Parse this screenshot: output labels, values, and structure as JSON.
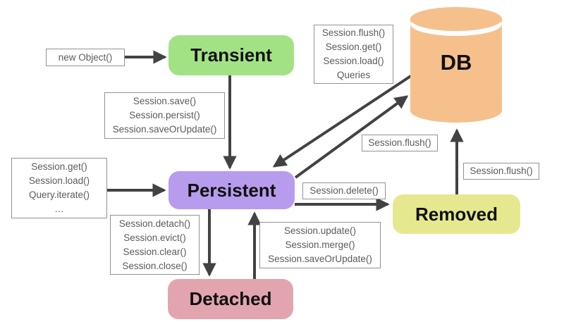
{
  "colors": {
    "background": "#ffffff",
    "arrow": "#424242",
    "box_border": "#929292",
    "label_text": "#5a5b5e",
    "node_text": "#101010",
    "transient": "#a3e284",
    "persistent": "#b79cee",
    "detached": "#e2a5af",
    "removed": "#e6e88f",
    "db": "#f6c08d"
  },
  "nodes": {
    "transient": {
      "label": "Transient"
    },
    "persistent": {
      "label": "Persistent"
    },
    "detached": {
      "label": "Detached"
    },
    "removed": {
      "label": "Removed"
    },
    "db": {
      "label": "DB"
    }
  },
  "labels": {
    "new_object": {
      "lines": [
        "new Object()"
      ]
    },
    "save_group": {
      "lines": [
        "Session.save()",
        "Session.persist()",
        "Session.saveOrUpdate()"
      ]
    },
    "get_group": {
      "lines": [
        "Session.get()",
        "Session.load()",
        "Query.iterate()",
        "…"
      ]
    },
    "db_ops_group": {
      "lines": [
        "Session.flush()",
        "Session.get()",
        "Session.load()",
        "Queries"
      ]
    },
    "detach_group": {
      "lines": [
        "Session.detach()",
        "Session.evict()",
        "Session.clear()",
        "Session.close()"
      ]
    },
    "update_group": {
      "lines": [
        "Session.update()",
        "Session.merge()",
        "Session.saveOrUpdate()"
      ]
    },
    "delete": {
      "lines": [
        "Session.delete()"
      ]
    },
    "flush_mid": {
      "lines": [
        "Session.flush()"
      ]
    },
    "flush_right": {
      "lines": [
        "Session.flush()"
      ]
    }
  },
  "edges": [
    {
      "from": "new_object",
      "to": "transient"
    },
    {
      "from": "transient",
      "to": "persistent",
      "label": "save_group"
    },
    {
      "from": "get_group",
      "to": "persistent"
    },
    {
      "from": "db",
      "to": "persistent",
      "label": "db_ops_group"
    },
    {
      "from": "persistent",
      "to": "db",
      "label": "flush_mid"
    },
    {
      "from": "persistent",
      "to": "removed",
      "label": "delete"
    },
    {
      "from": "removed",
      "to": "db",
      "label": "flush_right"
    },
    {
      "from": "persistent",
      "to": "detached",
      "label": "detach_group"
    },
    {
      "from": "detached",
      "to": "persistent",
      "label": "update_group"
    }
  ]
}
